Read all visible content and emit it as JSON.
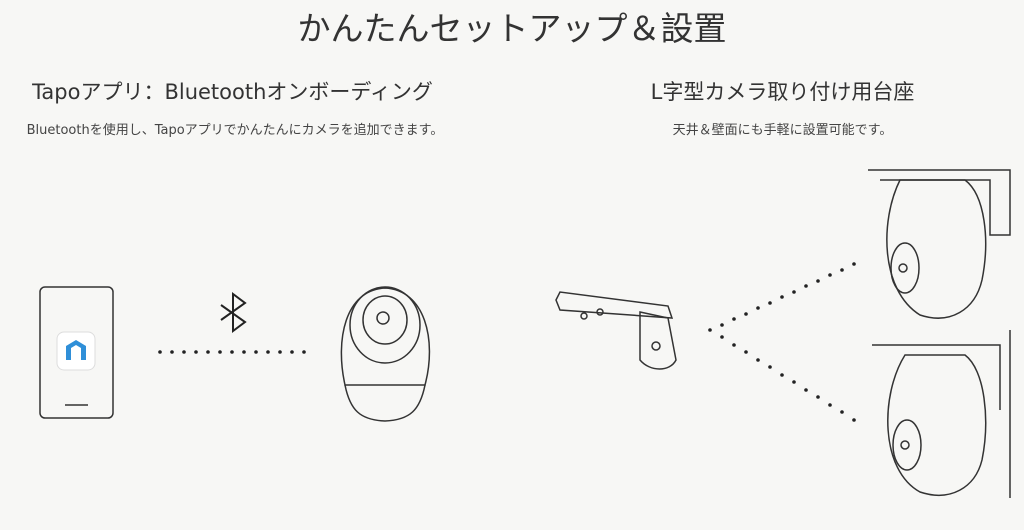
{
  "title": "かんたんセットアップ＆設置",
  "left": {
    "heading": "Tapoアプリ：Bluetoothオンボーディング",
    "description": "Bluetoothを使用し、Tapoアプリでかんたんにカメラを追加できます。",
    "icons": [
      "phone-icon",
      "tapo-app-icon",
      "bluetooth-icon",
      "camera-icon"
    ]
  },
  "right": {
    "heading": "L字型カメラ取り付け用台座",
    "description": "天井＆壁面にも手軽に設置可能です。",
    "icons": [
      "l-bracket-icon",
      "ceiling-mounted-camera-icon",
      "wall-mounted-camera-icon"
    ]
  },
  "colors": {
    "background": "#f7f7f5",
    "app_icon": "#2f8fd8"
  }
}
